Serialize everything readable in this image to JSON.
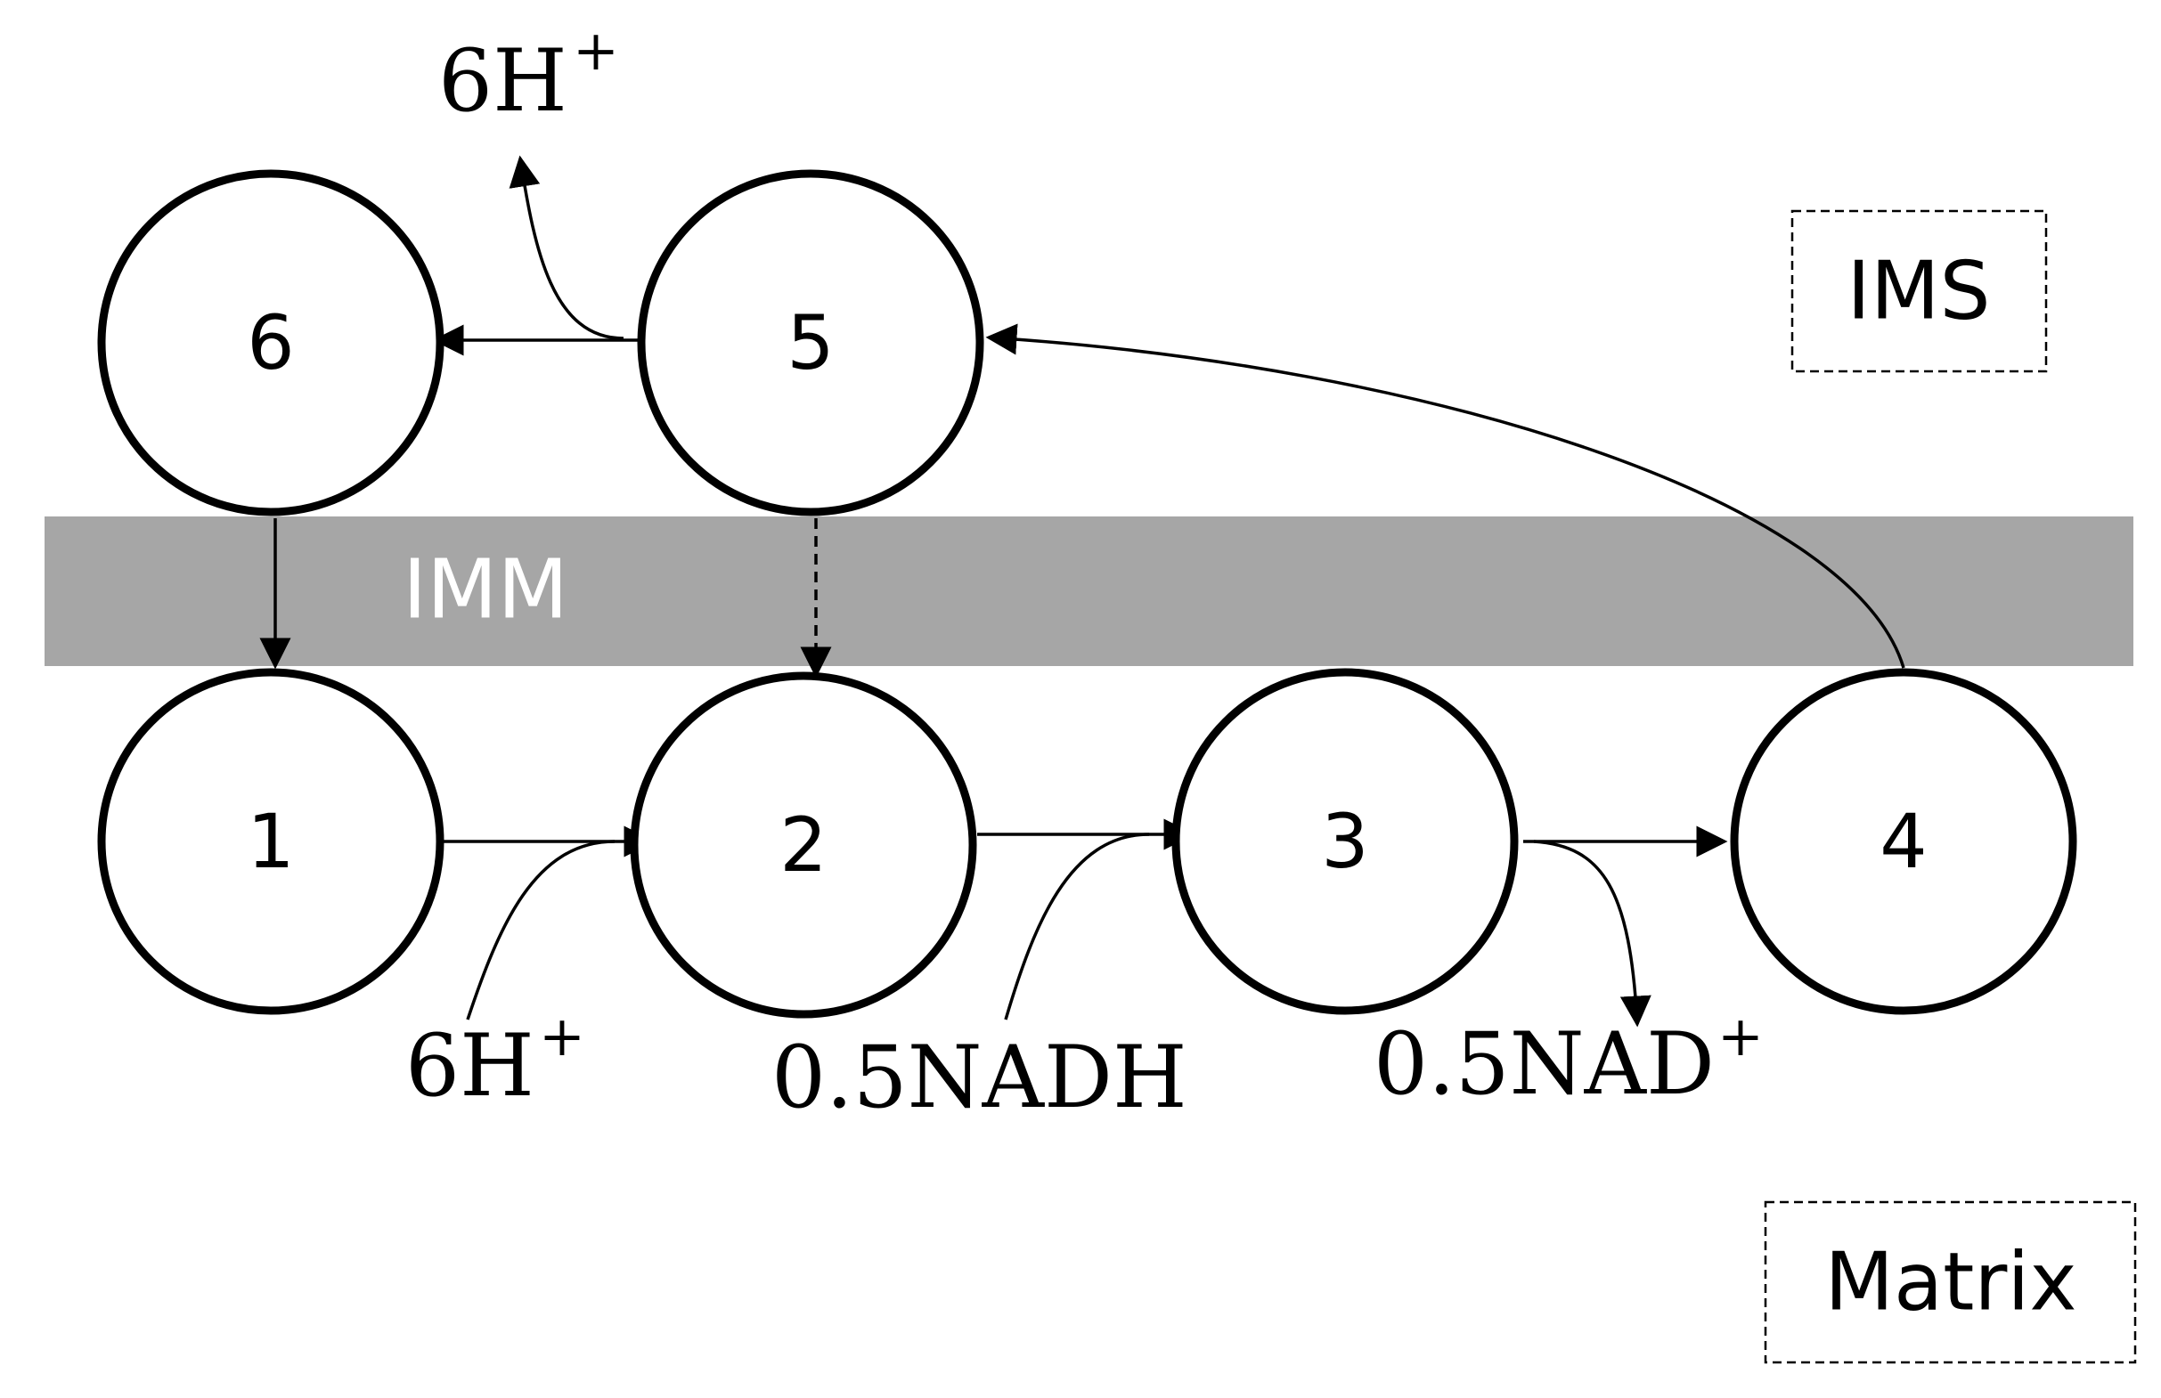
{
  "nodes": [
    {
      "id": "1",
      "label": "1"
    },
    {
      "id": "2",
      "label": "2"
    },
    {
      "id": "3",
      "label": "3"
    },
    {
      "id": "4",
      "label": "4"
    },
    {
      "id": "5",
      "label": "5"
    },
    {
      "id": "6",
      "label": "6"
    }
  ],
  "membrane": {
    "label": "IMM",
    "color": "#a6a6a6"
  },
  "regions": {
    "ims": "IMS",
    "matrix": "Matrix"
  },
  "species": {
    "h_top": {
      "base": "6H",
      "sup": "+"
    },
    "h_bottom": {
      "base": "6H",
      "sup": "+"
    },
    "nadh": {
      "base": "0.5NADH"
    },
    "nad": {
      "base": "0.5NAD",
      "sup": "+"
    }
  },
  "edges": [
    {
      "from": "1",
      "to": "2",
      "style": "solid"
    },
    {
      "from": "2",
      "to": "3",
      "style": "solid"
    },
    {
      "from": "3",
      "to": "4",
      "style": "solid"
    },
    {
      "from": "4",
      "to": "5",
      "style": "solid"
    },
    {
      "from": "5",
      "to": "6",
      "style": "solid"
    },
    {
      "from": "6",
      "to": "1",
      "style": "solid"
    },
    {
      "from": "5",
      "to": "2",
      "style": "dashed"
    }
  ]
}
